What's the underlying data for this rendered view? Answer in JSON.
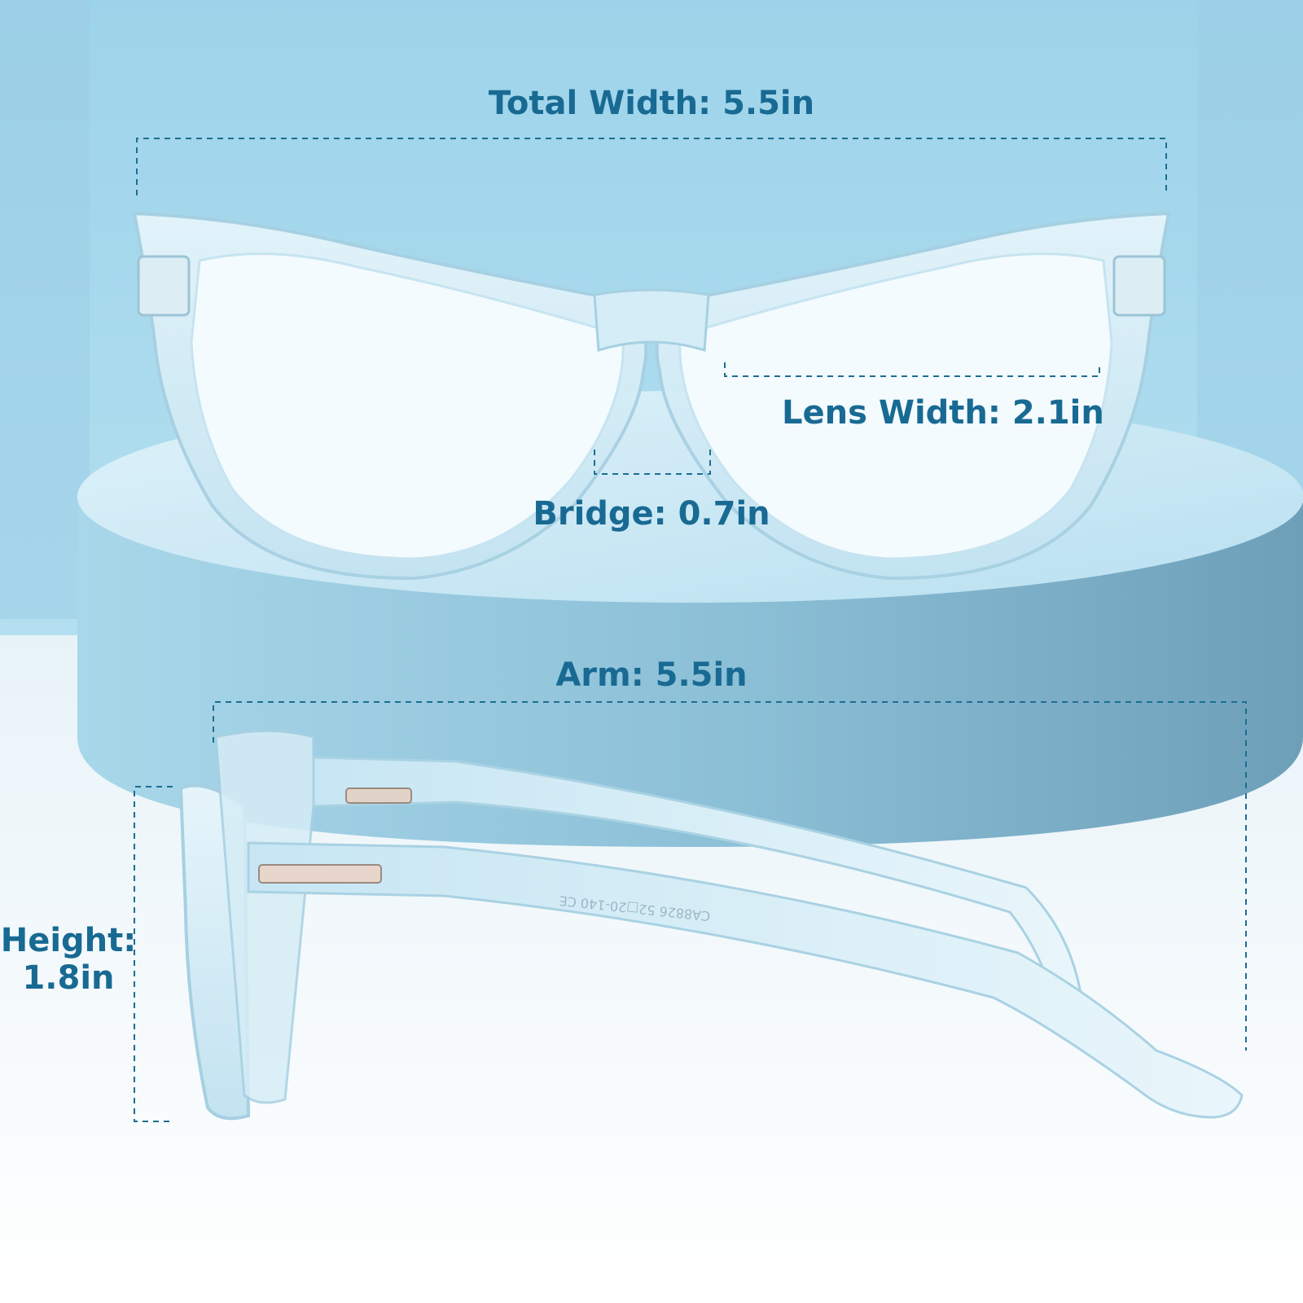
{
  "colors": {
    "background_top": "#a8d9ec",
    "pedestal": "#8fc0d6",
    "floor": "#f4f7f9",
    "frame": "#cfeaf5",
    "label_text": "#186a93",
    "dimension_line": "#1d6e92"
  },
  "measurements": {
    "total_width": "Total Width: 5.5in",
    "lens_width": "Lens Width: 2.1in",
    "bridge": "Bridge: 0.7in",
    "arm": "Arm: 5.5in",
    "height_line1": "Height:",
    "height_line2": "1.8in"
  },
  "temple_imprint": "CA8826 52□20-140 CE"
}
